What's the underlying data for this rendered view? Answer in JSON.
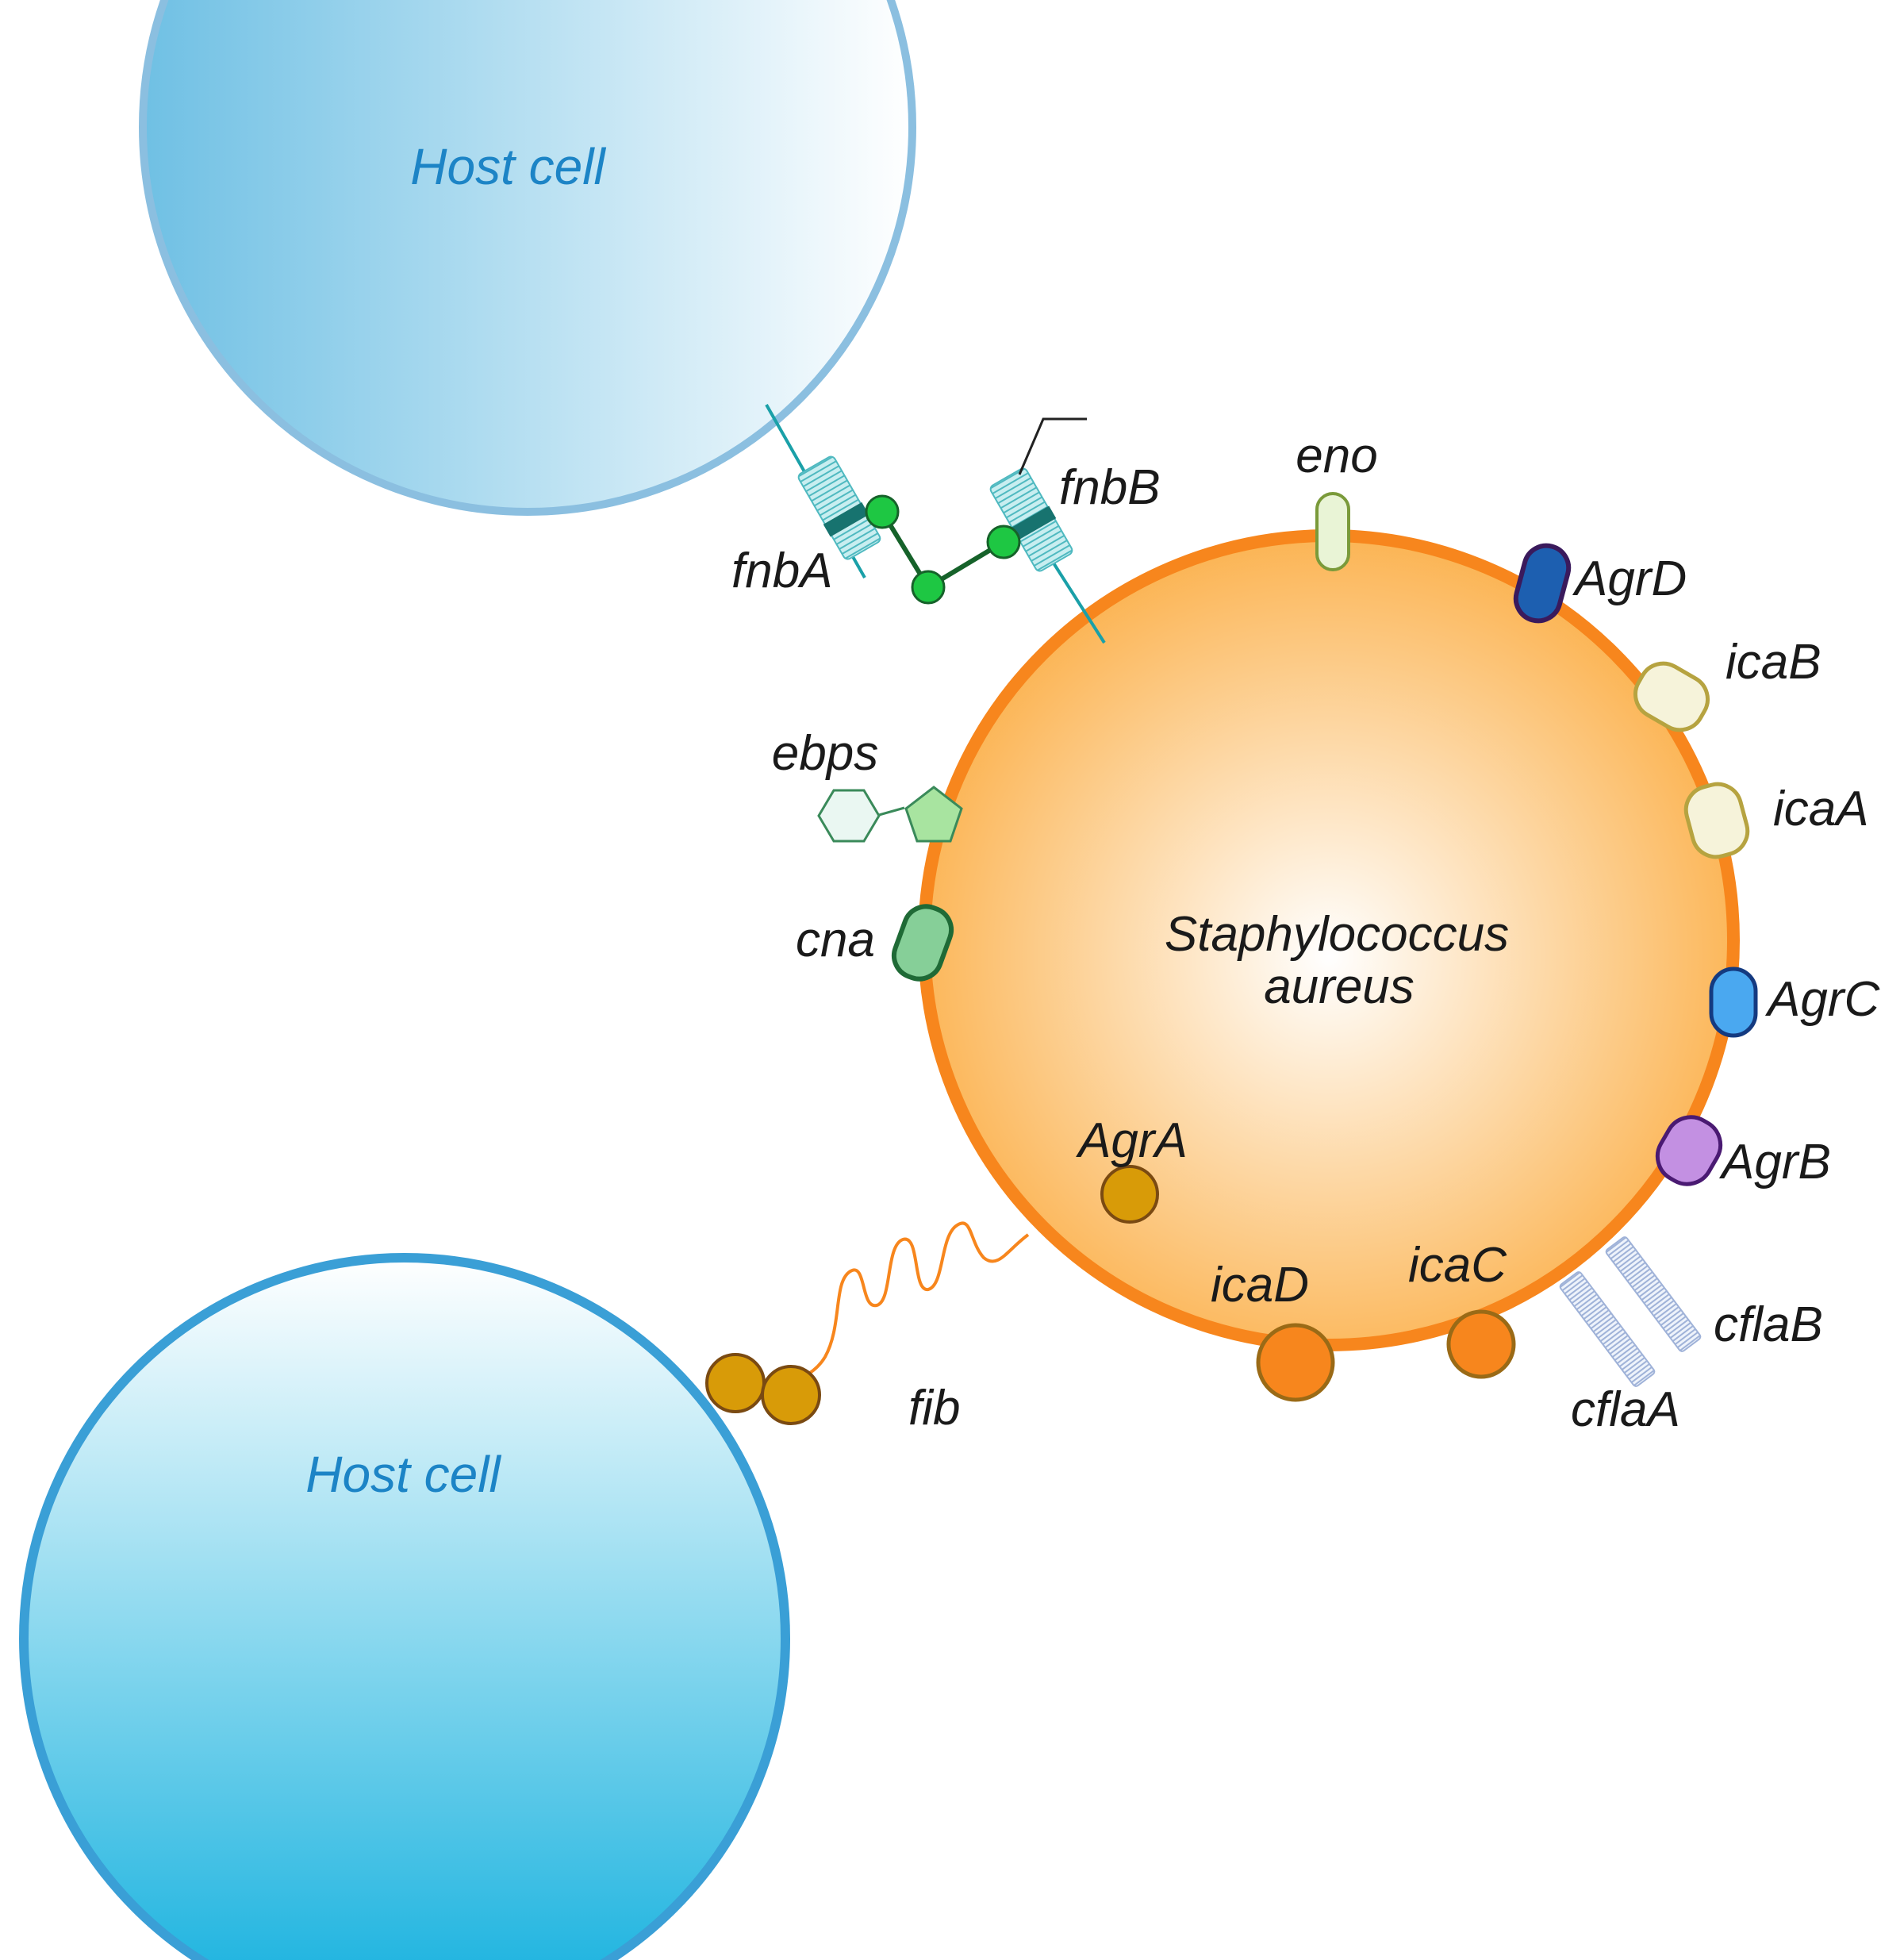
{
  "colors": {
    "host_top_edge": "#8bbfe0",
    "host_top_fill": "#6fc0e4",
    "host_bottom_edge": "#3a9fd6",
    "host_bottom_fill": "#12b0de",
    "host_label": "#1c84c6",
    "bacterium_edge": "#f7861d",
    "bacterium_fill": "#fbb04a",
    "bacterium_center": "#ffffff"
  },
  "host_cells": [
    {
      "label": "Host cell"
    },
    {
      "label": "Host cell"
    }
  ],
  "bacterium": {
    "label_line1": "Staphylococcus",
    "label_line2": "aureus"
  },
  "components": [
    {
      "label": "fnbA",
      "icon": "fibronectin-binding-repeat-icon"
    },
    {
      "label": "fnbB",
      "icon": "fibronectin-binding-repeat-icon"
    },
    {
      "label": "eno",
      "icon": "membrane-pill-icon"
    },
    {
      "label": "AgrD",
      "icon": "membrane-pill-icon"
    },
    {
      "label": "icaB",
      "icon": "membrane-pill-icon"
    },
    {
      "label": "icaA",
      "icon": "membrane-pill-icon"
    },
    {
      "label": "AgrC",
      "icon": "membrane-pill-icon"
    },
    {
      "label": "AgrB",
      "icon": "membrane-pill-icon"
    },
    {
      "label": "ebps",
      "icon": "hexagon-pentagon-icon"
    },
    {
      "label": "cna",
      "icon": "membrane-pill-icon"
    },
    {
      "label": "AgrA",
      "icon": "sphere-icon"
    },
    {
      "label": "icaD",
      "icon": "sphere-icon"
    },
    {
      "label": "icaC",
      "icon": "sphere-icon"
    },
    {
      "label": "cflaA",
      "icon": "striped-rod-icon"
    },
    {
      "label": "cflaB",
      "icon": "striped-rod-icon"
    },
    {
      "label": "fib",
      "icon": "wavy-tether-icon"
    }
  ]
}
